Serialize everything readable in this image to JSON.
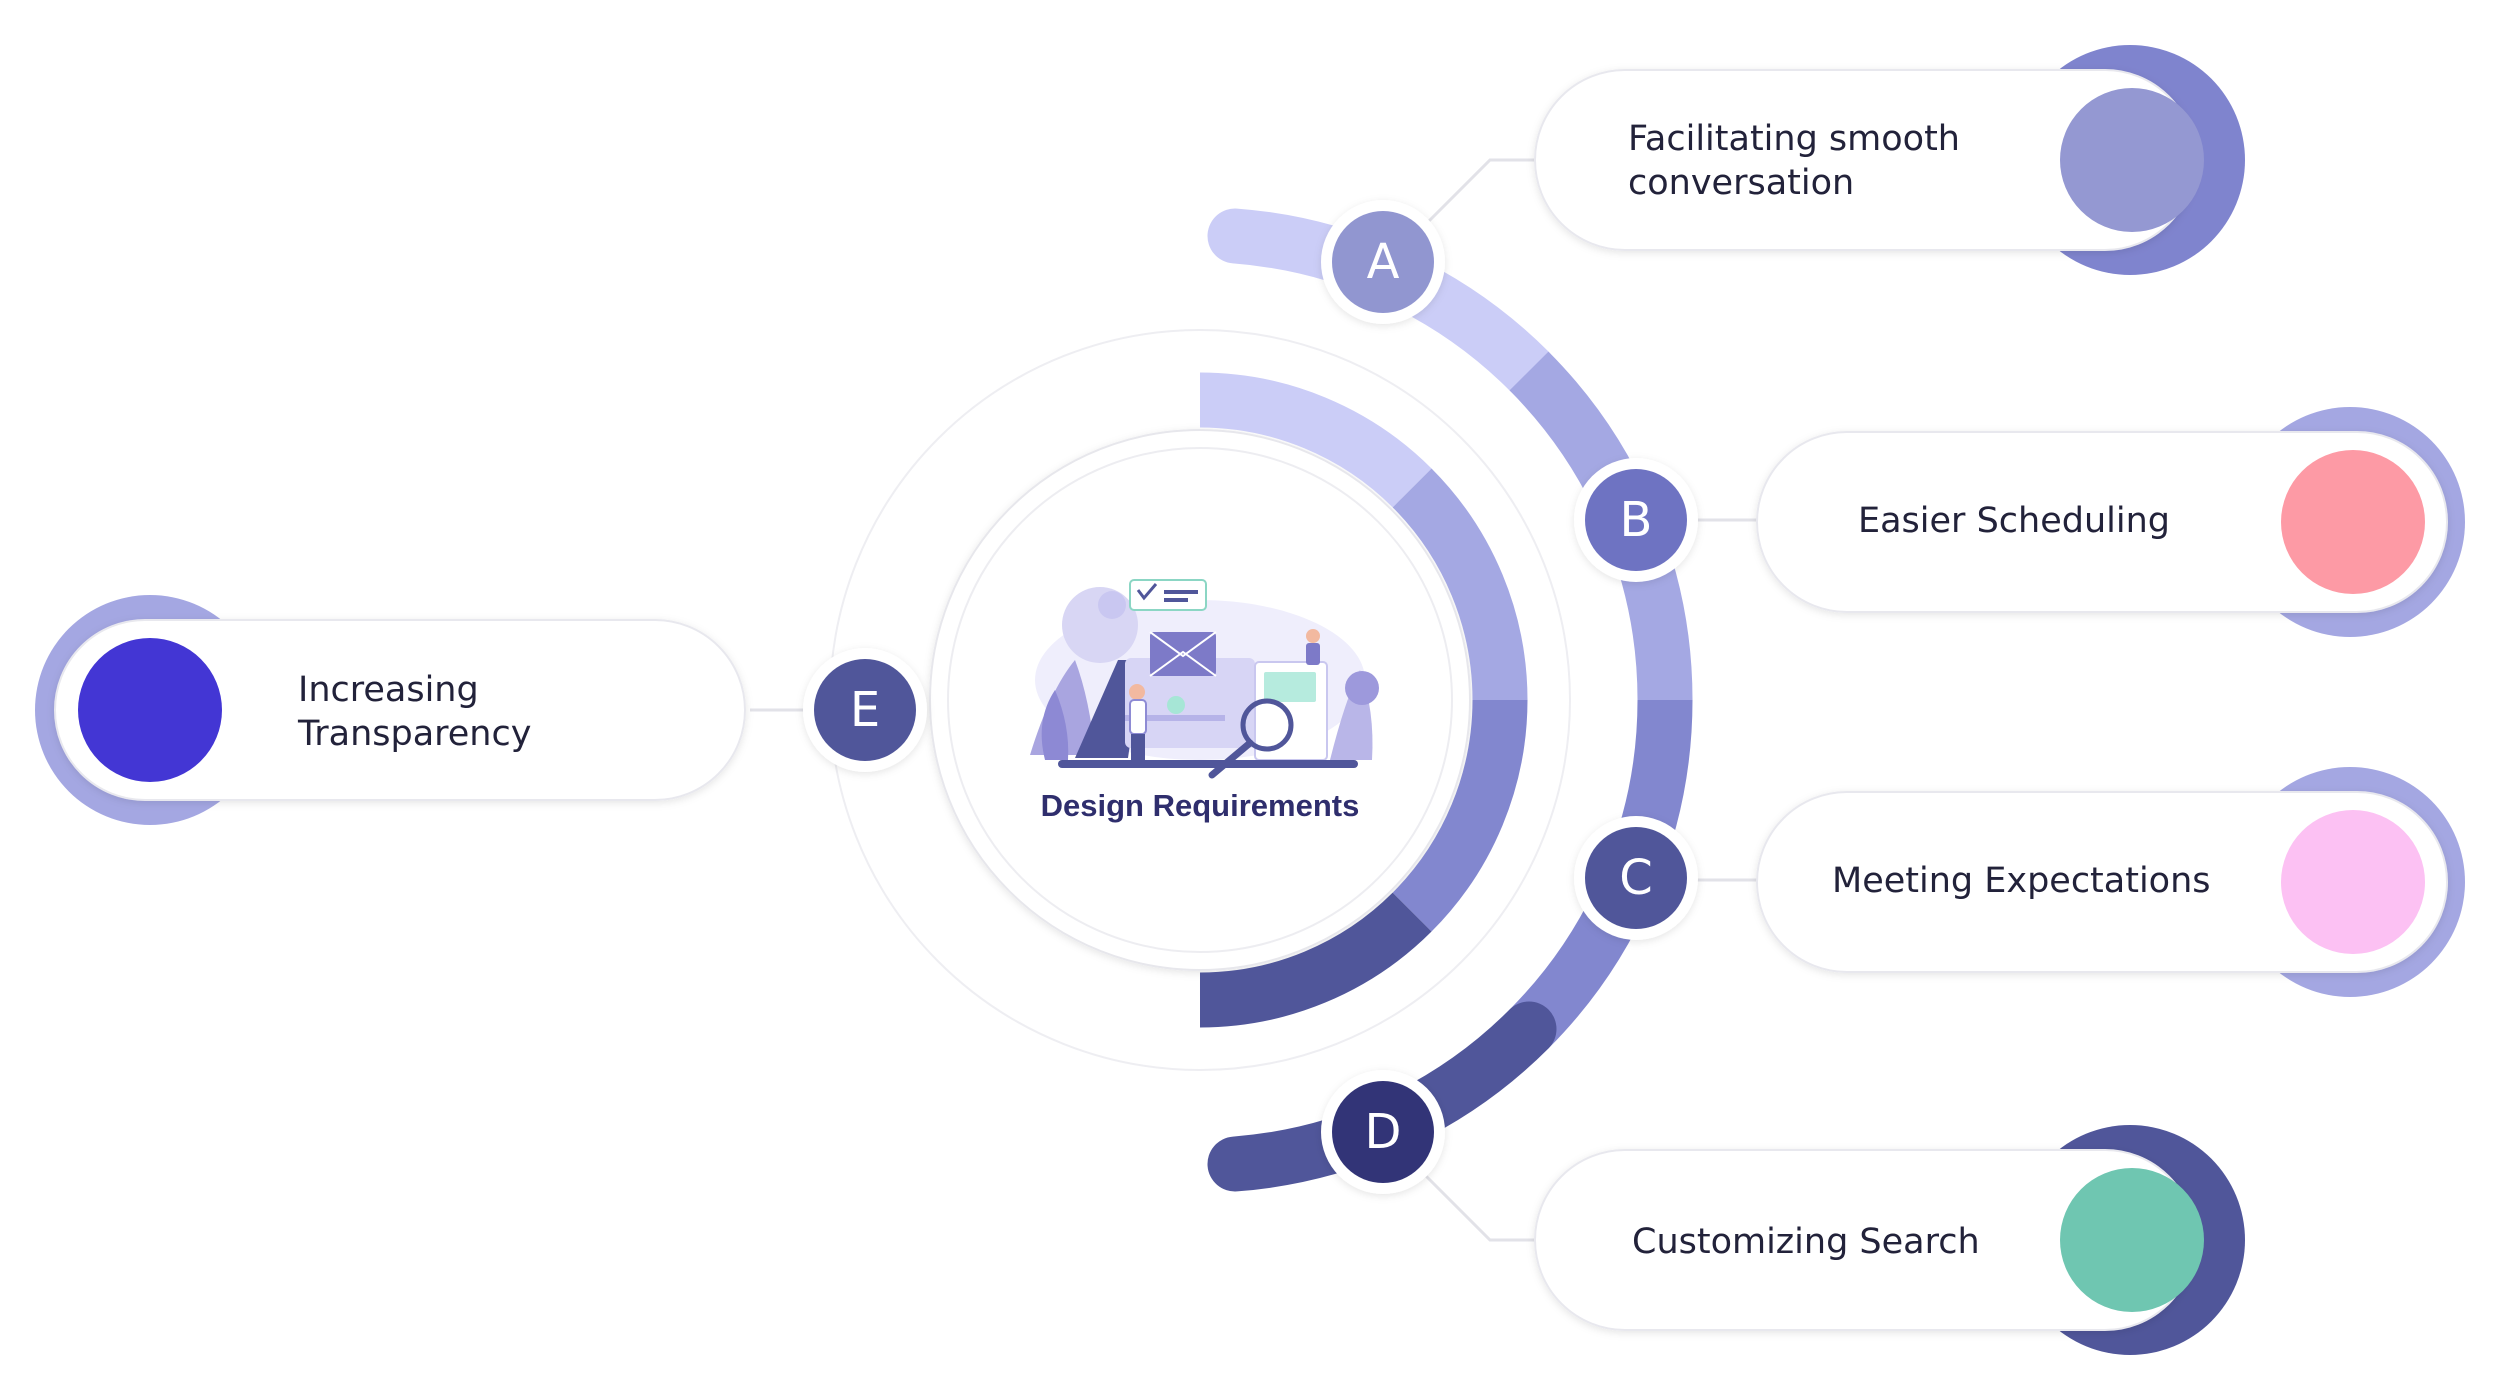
{
  "center": {
    "title": "Design Requirements"
  },
  "items": [
    {
      "letter": "A",
      "label": "Facilitating smooth\nconversation",
      "color": "#9498d2",
      "ring": "#7f84ce"
    },
    {
      "letter": "B",
      "label": "Easier Scheduling",
      "color": "#fd9aa5",
      "ring": "#a4a7e2"
    },
    {
      "letter": "C",
      "label": "Meeting Expectations",
      "color": "#fcc1f3",
      "ring": "#a4a7e2"
    },
    {
      "letter": "D",
      "label": "Customizing Search",
      "color": "#6fc6b1",
      "ring": "#50569a"
    },
    {
      "letter": "E",
      "label": "Increasing\nTransparency",
      "color": "#4336d4",
      "ring": "#a4a7e2"
    }
  ],
  "palette": {
    "light": "#cbcdf7",
    "mid": "#a4a8e3",
    "medium": "#8287cf",
    "dark": "#50569a",
    "darkest": "#323477"
  }
}
